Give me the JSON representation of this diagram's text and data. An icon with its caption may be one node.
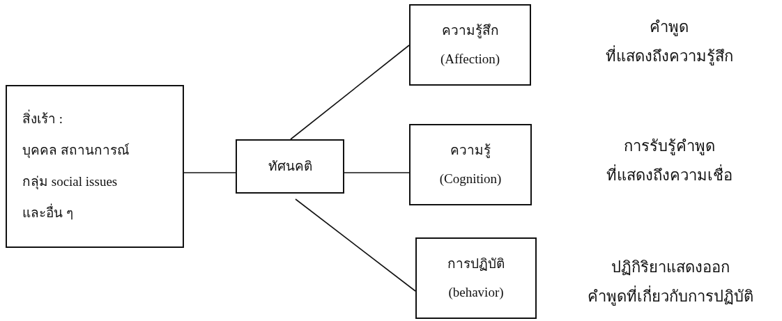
{
  "diagram": {
    "nodes": [
      {
        "text": [
          "สิ่งเร้า :",
          "บุคคล สถานการณ์",
          "กลุ่ม social issues",
          "และอื่น ๆ"
        ]
      },
      {
        "text": [
          "ทัศนคติ"
        ]
      },
      {
        "text": [
          "ความรู้สึก",
          "(Affection)"
        ]
      },
      {
        "text": [
          "ความรู้",
          "(Cognition)"
        ]
      },
      {
        "text": [
          "การปฏิบัติ",
          "(behavior)"
        ]
      }
    ],
    "edges": [
      {
        "from": 0,
        "to": 1,
        "arrow": "none"
      },
      {
        "from": 1,
        "to": 2,
        "arrow": "none"
      },
      {
        "from": 1,
        "to": 3,
        "arrow": "none"
      },
      {
        "from": 1,
        "to": 4,
        "arrow": "none"
      }
    ],
    "labels": [
      "คำพูด",
      "ที่แสดงถึงความรู้สึก",
      "การรับรู้คำพูด",
      "ที่แสดงถึงความเชื่อ",
      "ปฏิกิริยาแสดงออก",
      "คำพูดที่เกี่ยวกับการปฏิบัติ"
    ]
  }
}
